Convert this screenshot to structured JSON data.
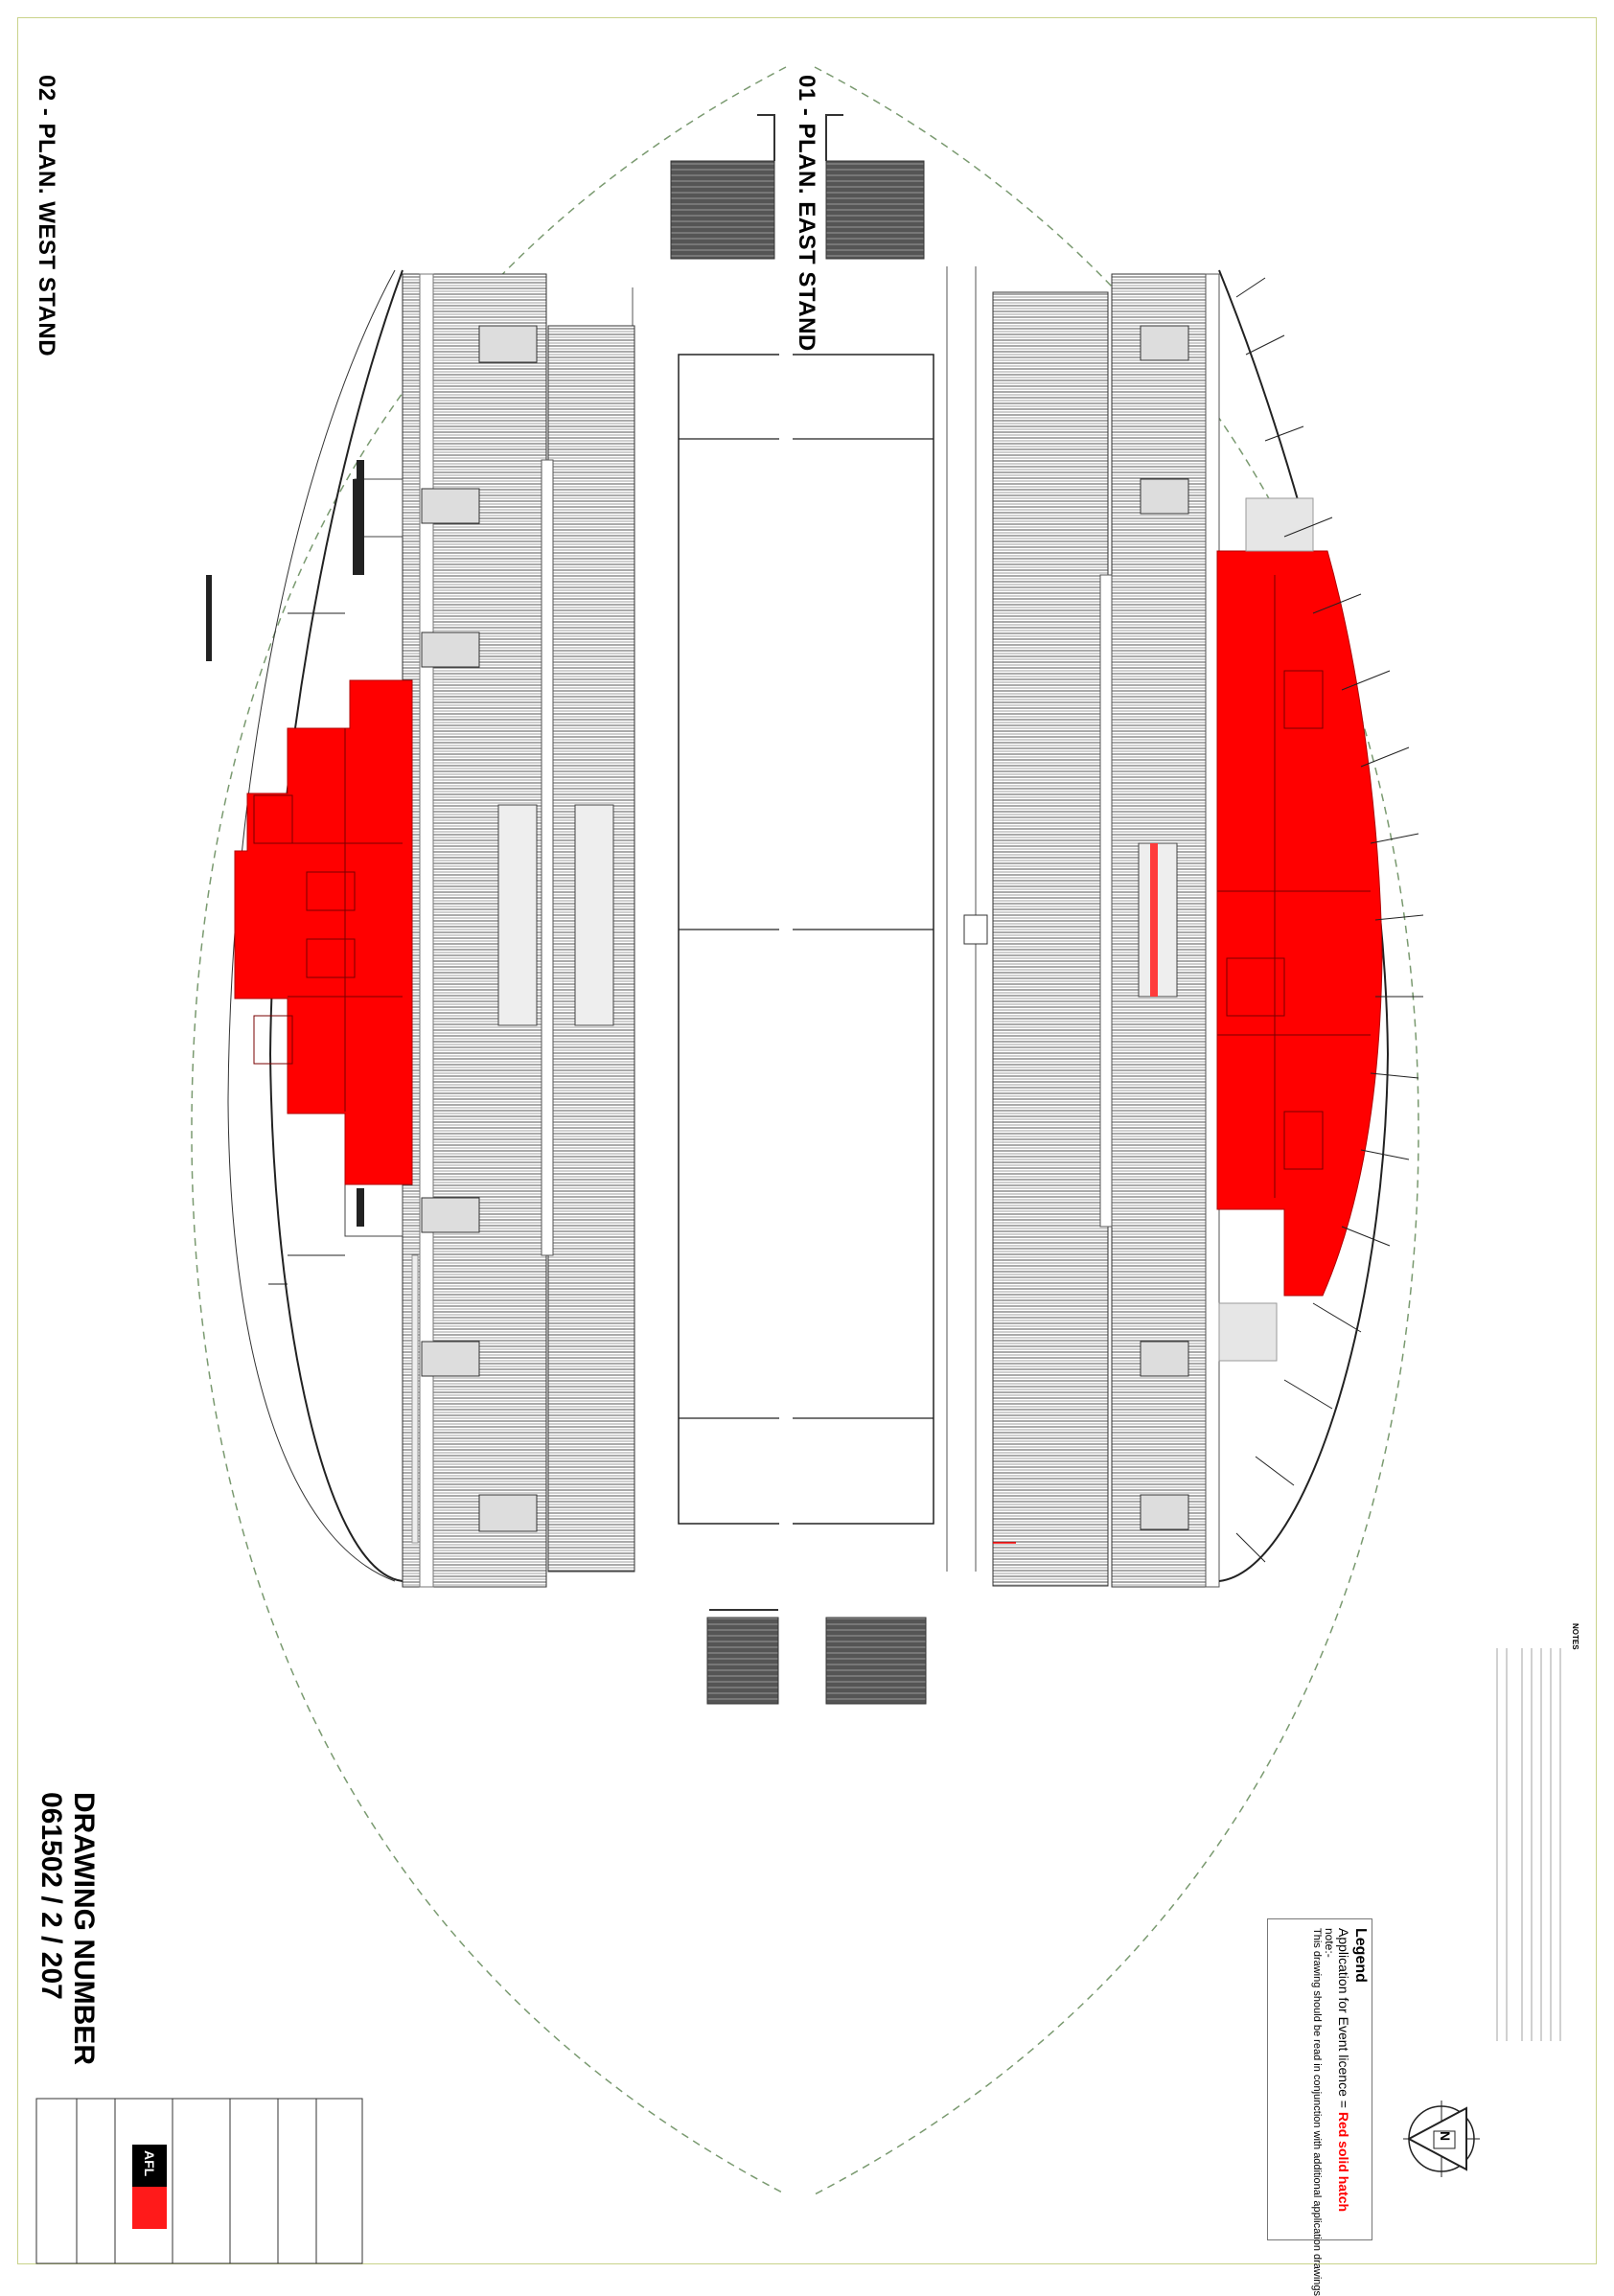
{
  "titles": {
    "east_stand": "01 - PLAN. EAST STAND",
    "west_stand": "02 - PLAN. WEST STAND",
    "drawing_number_label": "DRAWING NUMBER",
    "drawing_number": "061502 / 2 / 207"
  },
  "legend": {
    "heading": "Legend",
    "item_text": "Application for Event licence = ",
    "item_hatch": "Red solid hatch",
    "note_label": "note:-",
    "note_text": "This drawing should be read in conjunction with additional application drawings"
  },
  "north": {
    "label": "N"
  },
  "notes": {
    "heading": "NOTES"
  },
  "title_block": {
    "company": "AFL"
  },
  "colors": {
    "hatch": "#ff0000",
    "line": "#444444",
    "sheet_border": "#c9d38a"
  }
}
